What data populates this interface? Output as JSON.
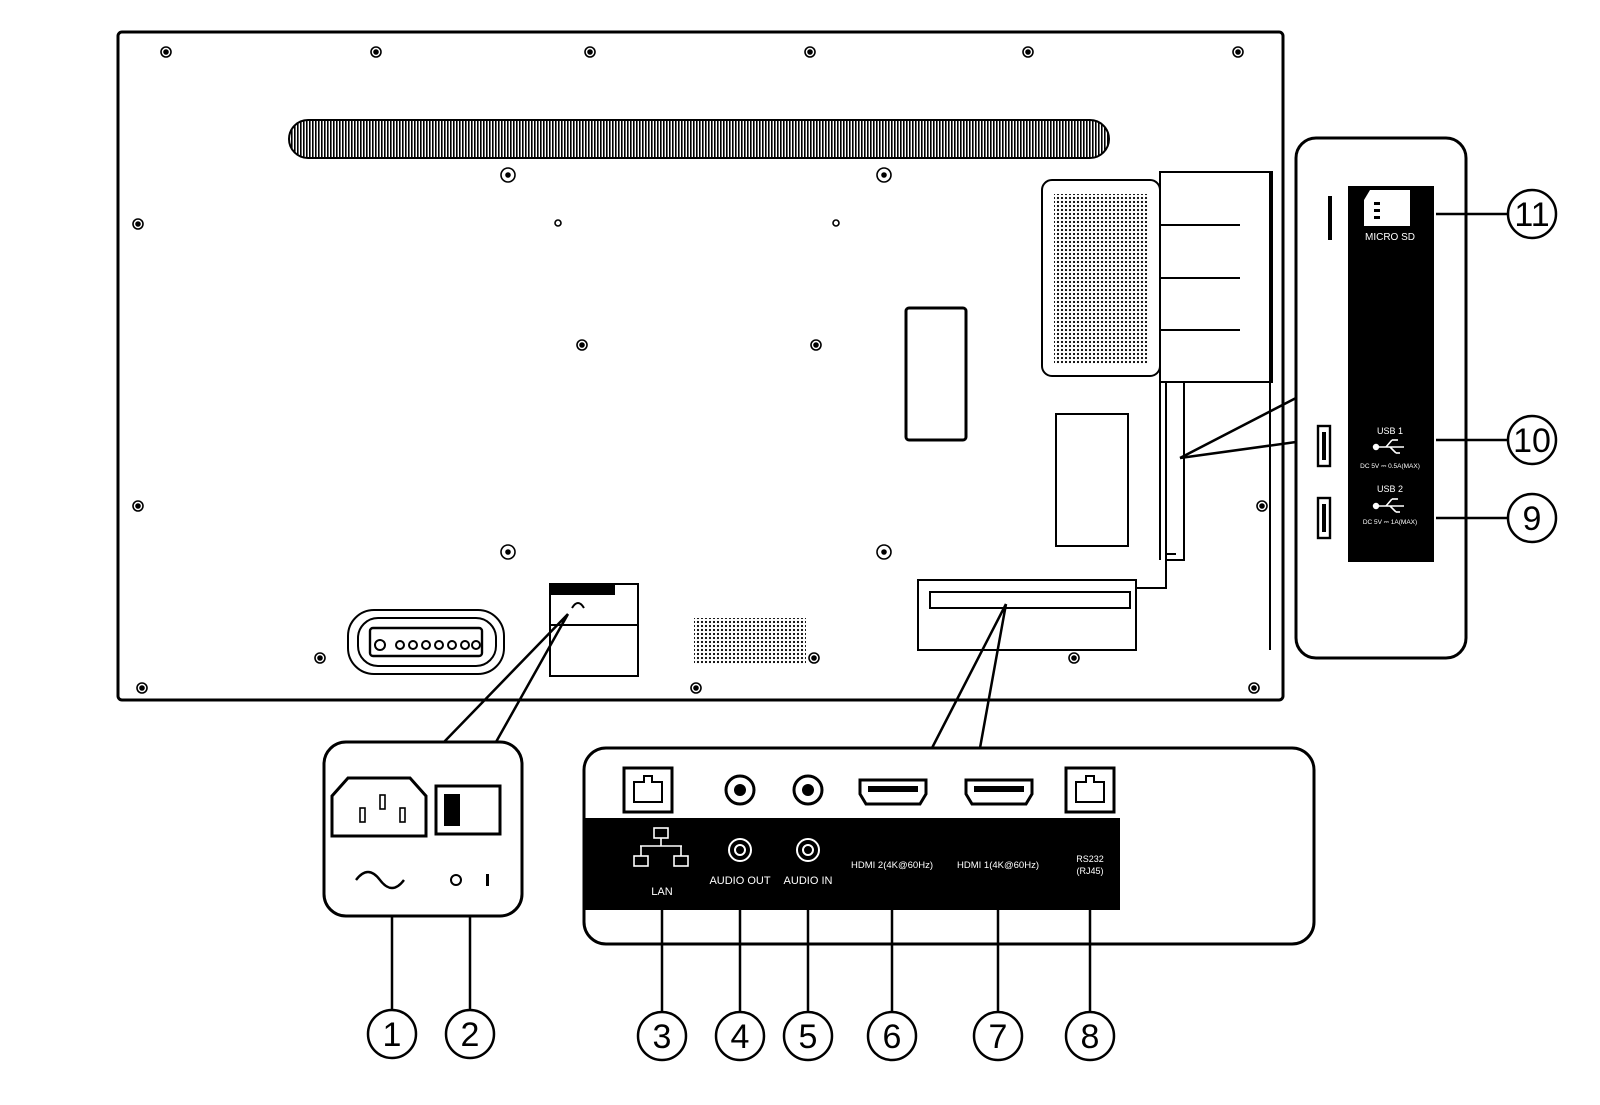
{
  "ports_panel": {
    "lan": "LAN",
    "audio_out": "AUDIO OUT",
    "audio_in": "AUDIO IN",
    "hdmi2": "HDMI 2(4K@60Hz)",
    "hdmi1": "HDMI 1(4K@60Hz)",
    "rs232_line1": "RS232",
    "rs232_line2": "(RJ45)"
  },
  "side_panel": {
    "micro_sd": "MICRO SD",
    "usb1": "USB 1",
    "usb1_rating": "DC 5V ⎓ 0.5A(MAX)",
    "usb2": "USB 2",
    "usb2_rating": "DC 5V ⎓ 1A(MAX)"
  },
  "callouts": [
    "1",
    "2",
    "3",
    "4",
    "5",
    "6",
    "7",
    "8",
    "9",
    "10",
    "11"
  ],
  "colors": {
    "line": "#000000",
    "panel_fill": "#000000",
    "label_on_dark": "#ffffff",
    "background": "#ffffff"
  }
}
